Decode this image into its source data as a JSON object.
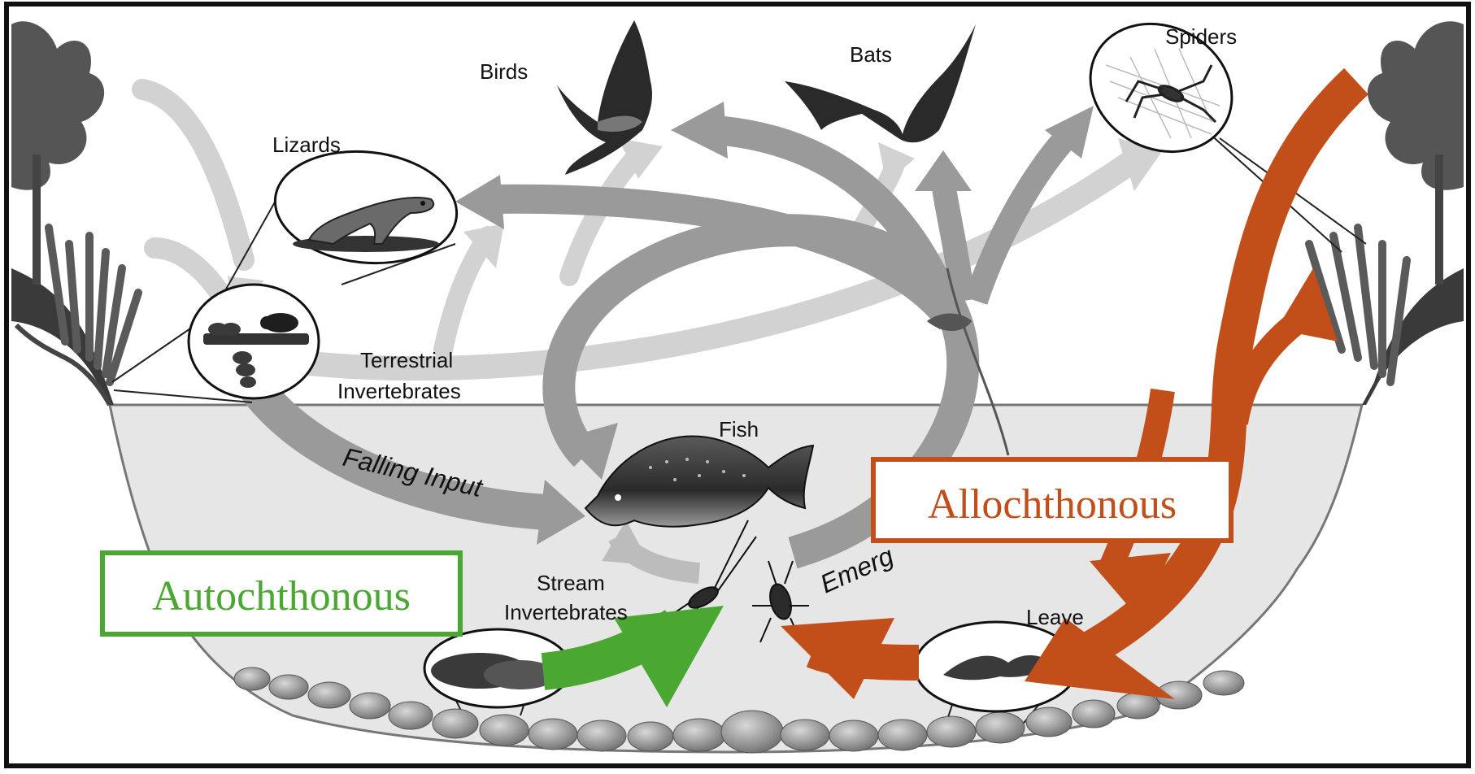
{
  "labels": {
    "birds": "Birds",
    "bats": "Bats",
    "spiders": "Spiders",
    "lizards": "Lizards",
    "terrestrial_line1": "Terrestrial",
    "terrestrial_line2": "Invertebrates",
    "fish": "Fish",
    "falling_input": "Falling Input",
    "emergence_partial": "Emerg",
    "stream_line1": "Stream",
    "stream_line2": "Invertebrates",
    "leaves_partial": "Leave"
  },
  "boxes": {
    "autochthonous": "Autochthonous",
    "allochthonous": "Allochthonous"
  },
  "colors": {
    "autochthonous": "#4aa832",
    "allochthonous": "#c24f1a",
    "arrow_gray": "#9a9a9a",
    "arrow_light": "#d2d2d2",
    "water": "#e6e6e6",
    "frame": "#111111"
  }
}
